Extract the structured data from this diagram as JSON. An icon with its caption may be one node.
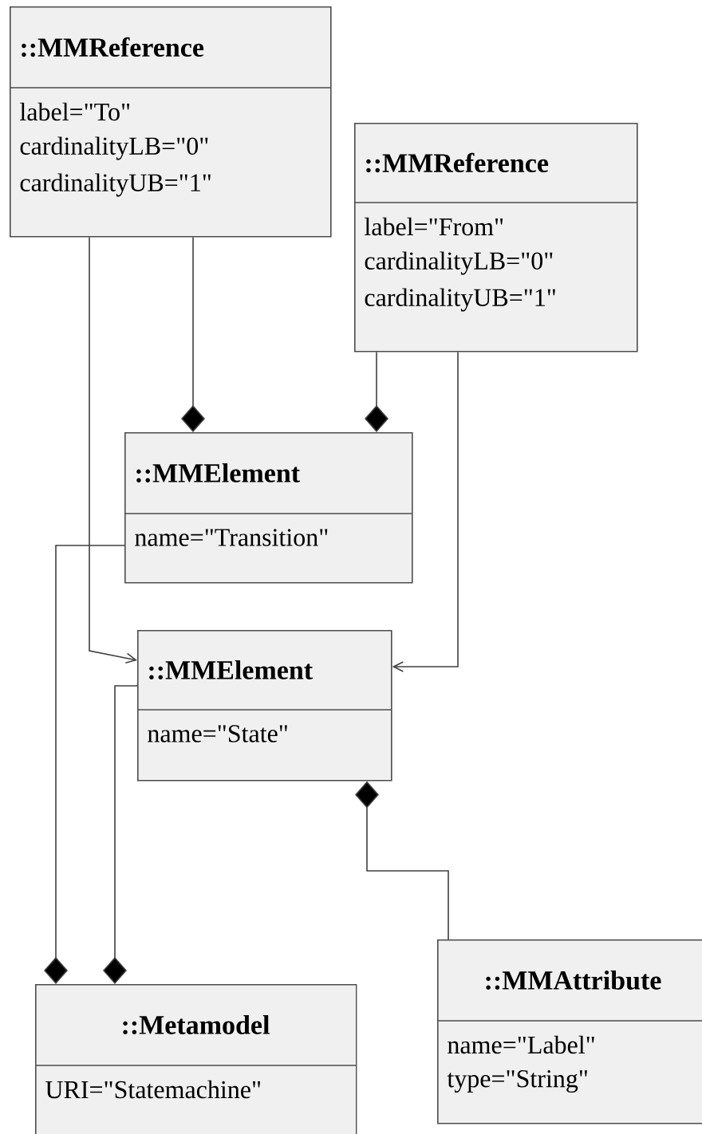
{
  "diagram": {
    "nodes": [
      {
        "text": [
          "::MMReference",
          "label=\"To\"",
          "cardinalityLB=\"0\"",
          "cardinalityUB=\"1\""
        ]
      },
      {
        "text": [
          "::MMReference",
          "label=\"From\"",
          "cardinalityLB=\"0\"",
          "cardinalityUB=\"1\""
        ]
      },
      {
        "text": [
          "::MMElement",
          "name=\"Transition\""
        ]
      },
      {
        "text": [
          "::MMElement",
          "name=\"State\""
        ]
      },
      {
        "text": [
          "::Metamodel",
          "URI=\"Statemachine\""
        ]
      },
      {
        "text": [
          "::MMAttribute",
          "name=\"Label\"",
          "type=\"String\""
        ]
      }
    ],
    "edges": [
      {
        "from": 0,
        "to": 2,
        "arrow": "other"
      },
      {
        "from": 1,
        "to": 2,
        "arrow": "other"
      },
      {
        "from": 0,
        "to": 3,
        "arrow": "to"
      },
      {
        "from": 1,
        "to": 3,
        "arrow": "to"
      },
      {
        "from": 2,
        "to": 4,
        "arrow": "other"
      },
      {
        "from": 3,
        "to": 4,
        "arrow": "other"
      },
      {
        "from": 5,
        "to": 3,
        "arrow": "other"
      }
    ]
  }
}
